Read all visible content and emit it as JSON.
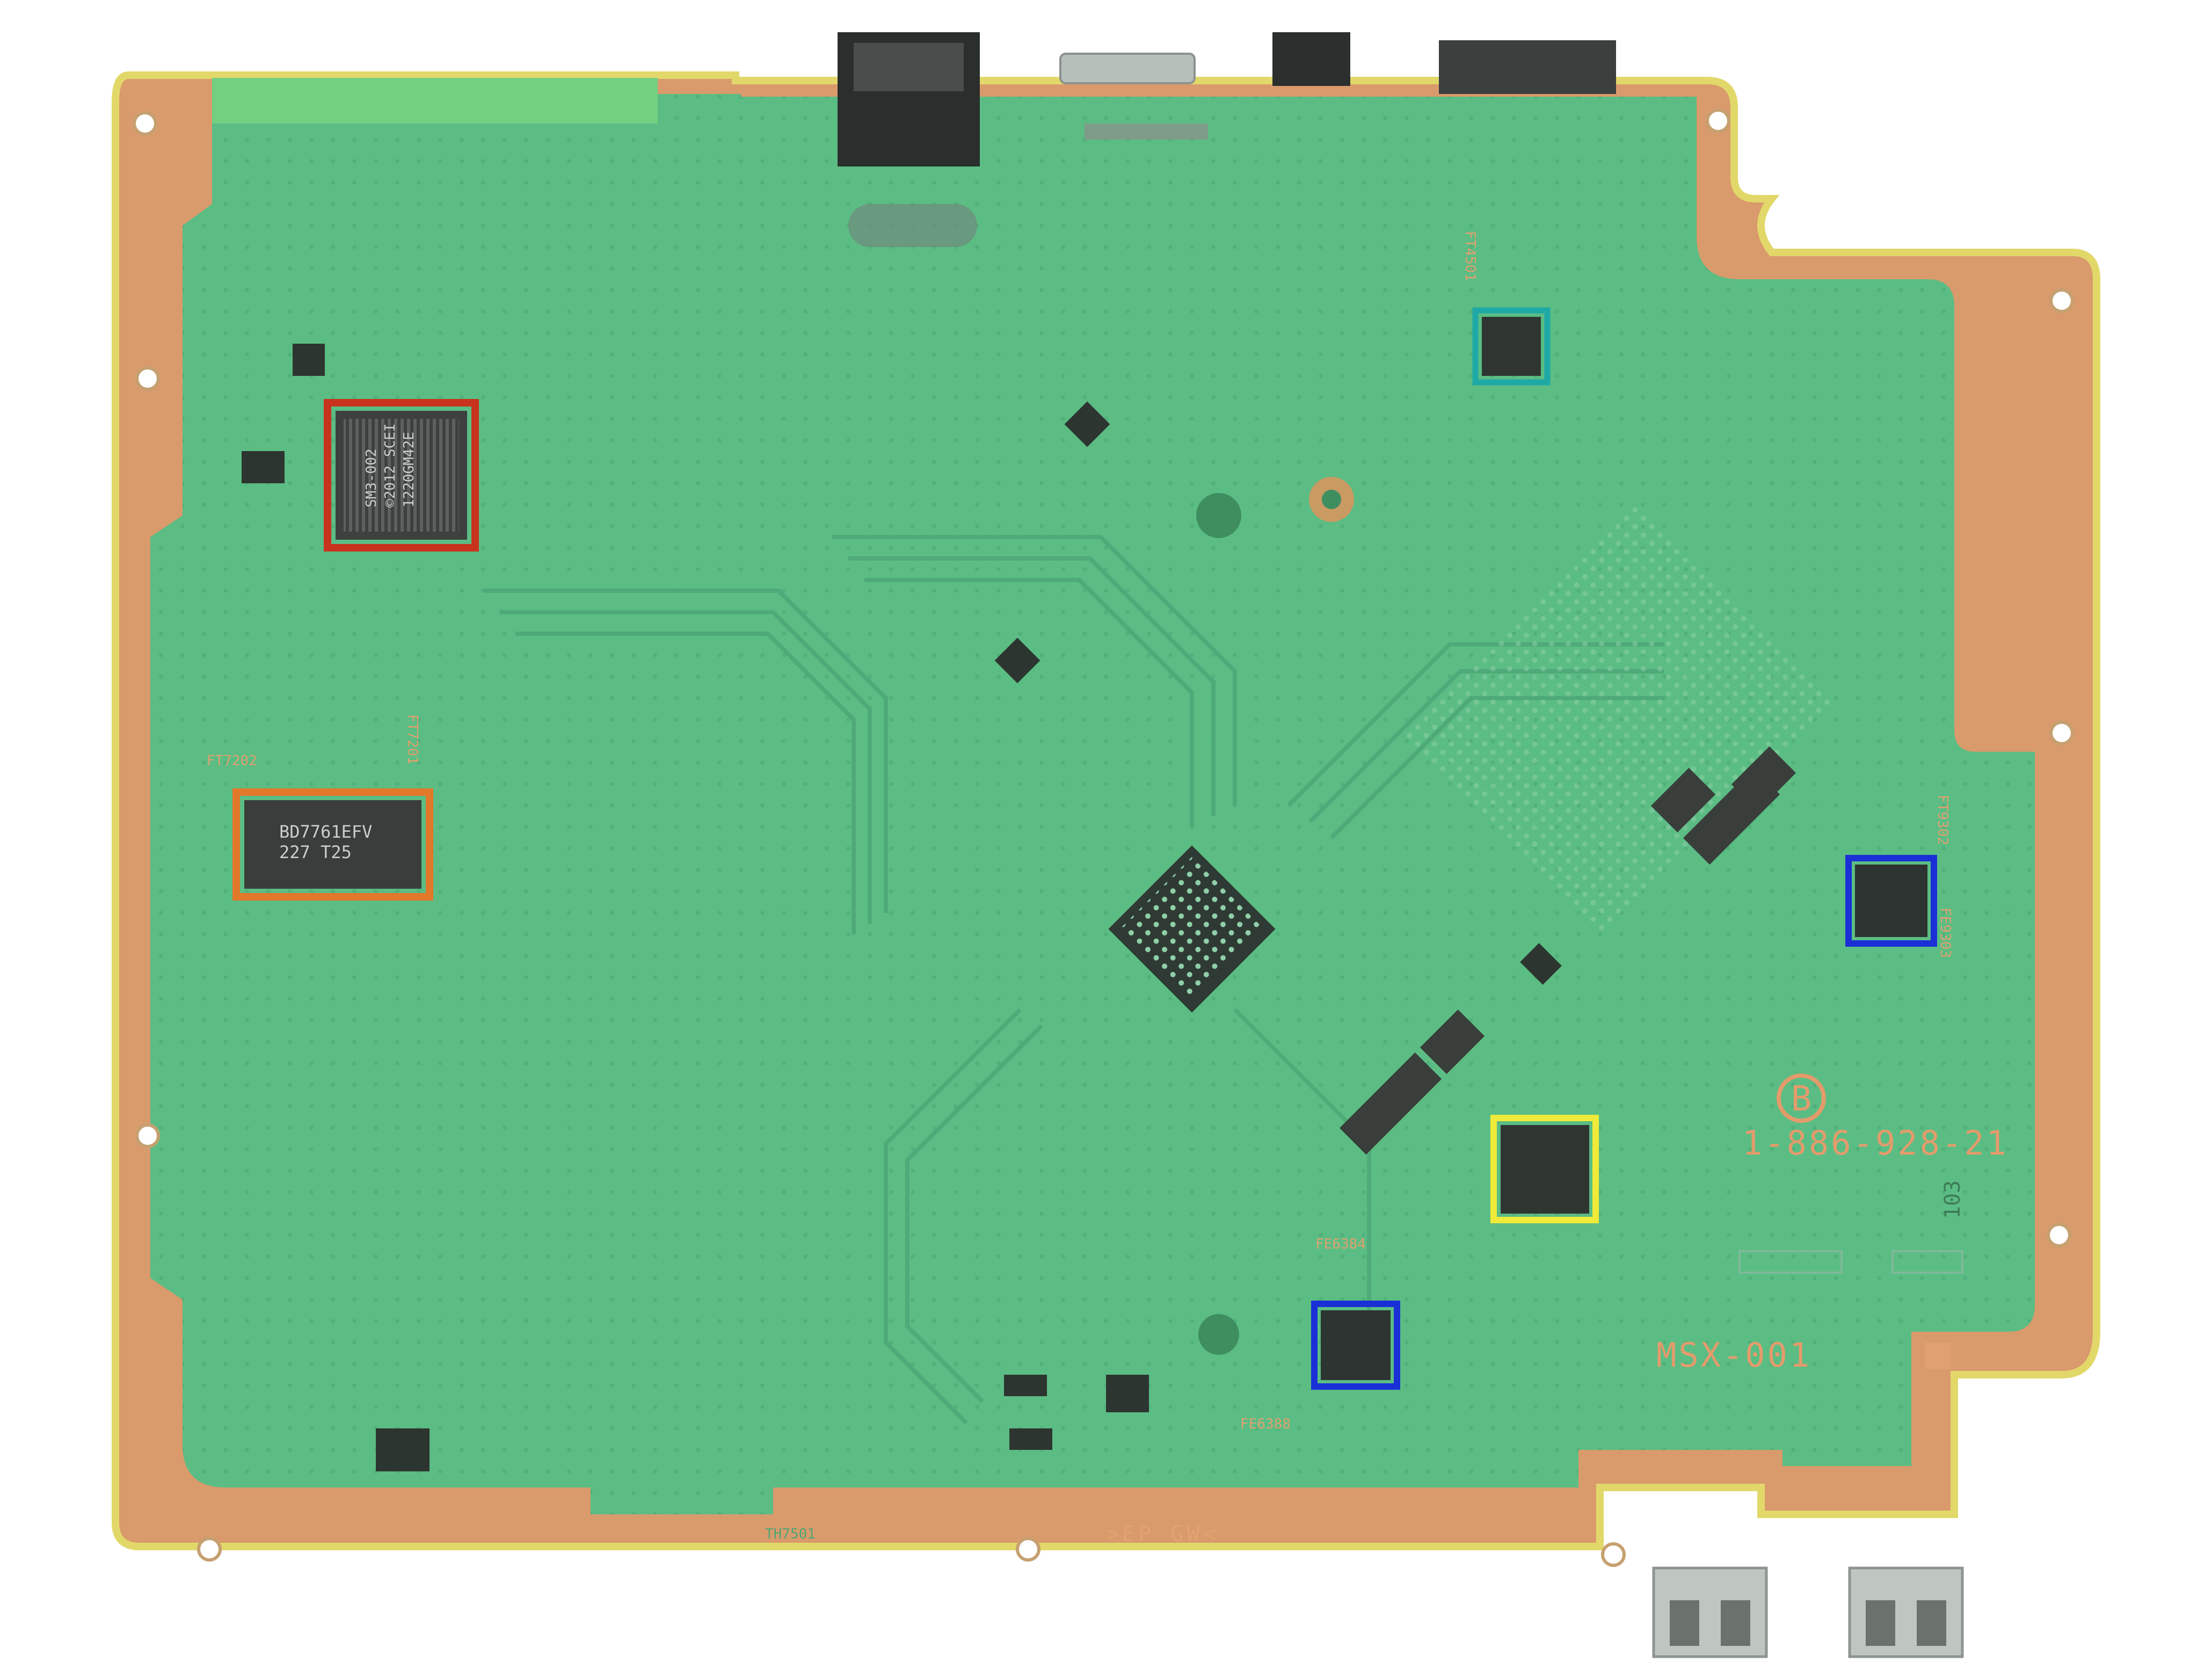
{
  "board": {
    "part_number": "1-886-928-21",
    "model": "MSX-001",
    "revision": "103",
    "footer_marks": ">EP GW<",
    "logo_letter": "B"
  },
  "chips": {
    "red": {
      "lines": [
        "SM3-002",
        "©2012 SCEI",
        "1220GM42E"
      ]
    },
    "orange": {
      "lines": [
        "BD7761EFV",
        "227 T25"
      ]
    }
  },
  "silkscreen": {
    "ft7202": "FT7202",
    "ft7201": "FT7201",
    "th7501": "TH7501",
    "fe384": "FE6384",
    "fe388": "FE6388",
    "ft3": "FT9302",
    "ft4": "FT4501",
    "fe9": "FE9303"
  },
  "colors": {
    "pcb": "#5bbd84",
    "copper": "#d99a6c",
    "edge": "#e2d86a",
    "highlight_red": "#c8331e",
    "highlight_orange": "#e2782a",
    "highlight_teal": "#1ea9a6",
    "highlight_blue": "#1a2fd6",
    "highlight_yellow": "#f0ea3a"
  }
}
